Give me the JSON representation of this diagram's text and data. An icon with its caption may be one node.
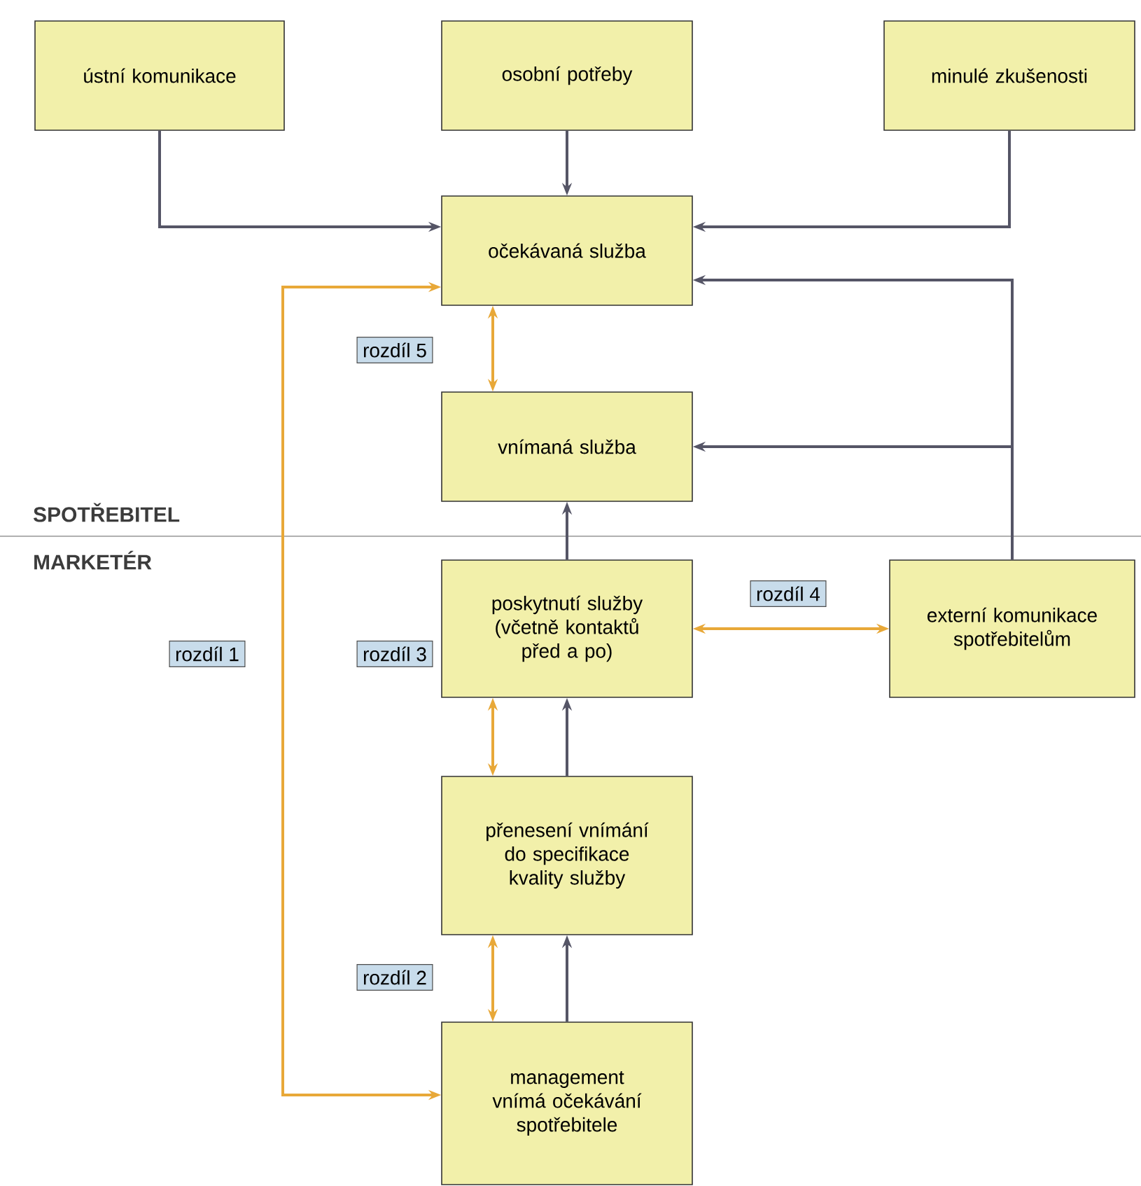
{
  "diagram": {
    "nodes": [
      {
        "text": [
          "ústní komunikace"
        ]
      },
      {
        "text": [
          "osobní potřeby"
        ]
      },
      {
        "text": [
          "minulé zkušenosti"
        ]
      },
      {
        "text": [
          "očekávaná služba"
        ]
      },
      {
        "text": [
          "vnímaná služba"
        ]
      },
      {
        "text": [
          "poskytnutí služby (včetně kontaktů před a po)"
        ]
      },
      {
        "text": [
          "externí komunikace spotřebitelům"
        ]
      },
      {
        "text": [
          "přenesení vnímání do specifikace kvality služby"
        ]
      },
      {
        "text": [
          "management vnímá očekávání spotřebitele"
        ]
      }
    ],
    "edges": [
      {
        "from": 0,
        "to": 3,
        "arrow": "to"
      },
      {
        "from": 1,
        "to": 3,
        "arrow": "to"
      },
      {
        "from": 2,
        "to": 3,
        "arrow": "to"
      },
      {
        "from": 6,
        "to": 3,
        "arrow": "to"
      },
      {
        "from": 6,
        "to": 4,
        "arrow": "to"
      },
      {
        "from": 3,
        "to": 4,
        "arrow": "both",
        "label": "rozdíl 5",
        "color": "#e8a838"
      },
      {
        "from": 5,
        "to": 4,
        "arrow": "to"
      },
      {
        "from": 5,
        "to": 6,
        "arrow": "both",
        "label": "rozdíl 4",
        "color": "#e8a838"
      },
      {
        "from": 8,
        "to": 3,
        "arrow": "both",
        "label": "rozdíl 1",
        "color": "#e8a838"
      },
      {
        "from": 7,
        "to": 5,
        "arrow": "to"
      },
      {
        "from": 5,
        "to": 7,
        "arrow": "both",
        "label": "rozdíl 3",
        "color": "#e8a838"
      },
      {
        "from": 8,
        "to": 7,
        "arrow": "to"
      },
      {
        "from": 7,
        "to": 8,
        "arrow": "both",
        "label": "rozdíl 2",
        "color": "#e8a838"
      }
    ],
    "labels": [
      "SPOTŘEBITEL",
      "MARKETÉR"
    ]
  }
}
